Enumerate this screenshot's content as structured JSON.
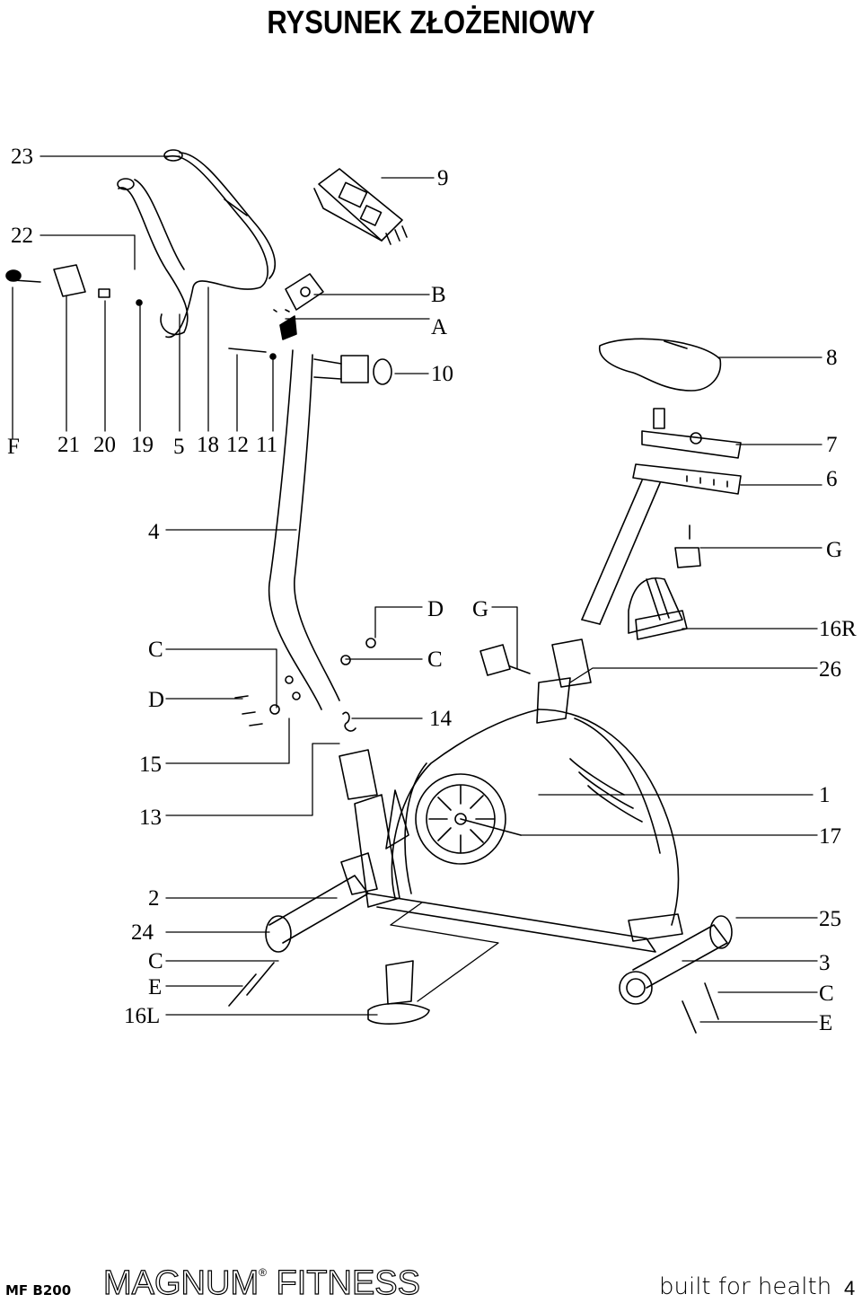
{
  "page": {
    "title": "RYSUNEK ZŁOŻENIOWY",
    "model": "MF B200",
    "brand_part1": "MAGNUM",
    "brand_registered": "®",
    "brand_part2": "FITNESS",
    "tagline": "built for health",
    "page_number": "4"
  },
  "callouts": {
    "p23": "23",
    "p22": "22",
    "p9": "9",
    "pB": "B",
    "pA": "A",
    "p10": "10",
    "p8": "8",
    "pF": "F",
    "p21": "21",
    "p20": "20",
    "p19": "19",
    "p5": "5",
    "p18": "18",
    "p12": "12",
    "p11": "11",
    "p7": "7",
    "p6": "6",
    "p4": "4",
    "pG1": "G",
    "pD1": "D",
    "pG2": "G",
    "p16R": "16R",
    "pC1": "C",
    "pC2": "C",
    "p26": "26",
    "pD2": "D",
    "p14": "14",
    "p15": "15",
    "p1": "1",
    "p13": "13",
    "p17": "17",
    "p2": "2",
    "p25": "25",
    "p24": "24",
    "pC3": "C",
    "p3": "3",
    "pE1": "E",
    "pC4": "C",
    "p16L": "16L",
    "pE2": "E"
  }
}
